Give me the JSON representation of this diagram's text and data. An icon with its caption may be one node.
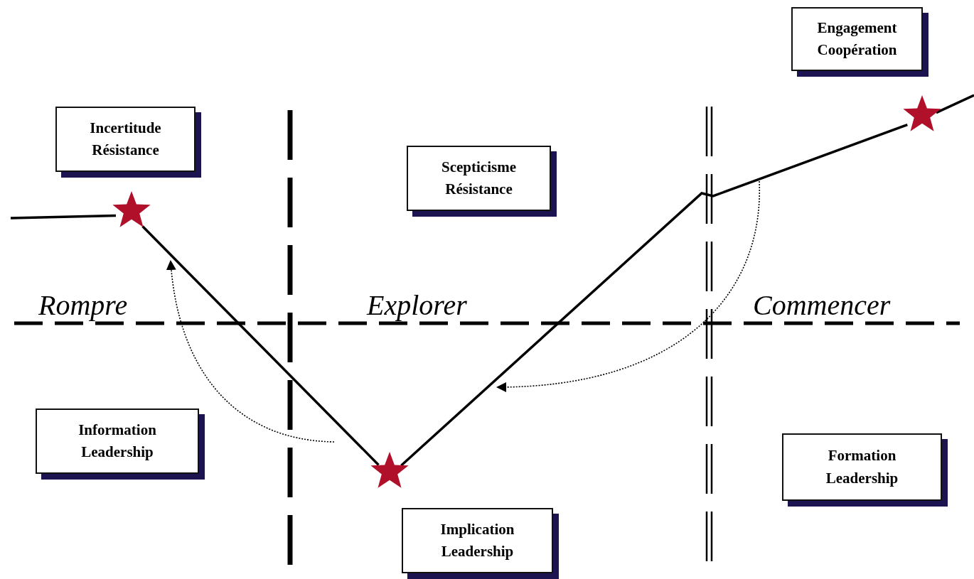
{
  "diagram": {
    "nodes": [
      {
        "text": [
          "Engagement Coopération"
        ]
      },
      {
        "text": [
          "Incertitude Résistance"
        ]
      },
      {
        "text": [
          "Scepticisme Résistance"
        ]
      },
      {
        "text": [
          "Information Leadership"
        ]
      },
      {
        "text": [
          "Implication Leadership"
        ]
      },
      {
        "text": [
          "Formation Leadership"
        ]
      },
      {
        "text": [],
        "shape": "star"
      },
      {
        "text": [],
        "shape": "star"
      },
      {
        "text": [],
        "shape": "star"
      }
    ],
    "edges": [
      {
        "from": null,
        "to": 6,
        "arrow": "none"
      },
      {
        "from": 6,
        "to": 7,
        "arrow": "none"
      },
      {
        "from": 7,
        "to": 8,
        "arrow": "none"
      },
      {
        "from": 8,
        "to": null,
        "arrow": "none"
      }
    ],
    "labels": [
      "Rompre",
      "Explorer",
      "Commencer"
    ]
  }
}
